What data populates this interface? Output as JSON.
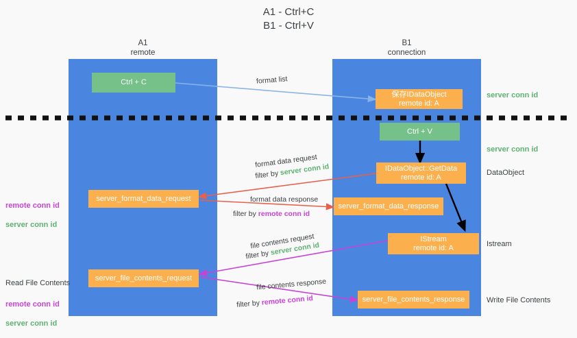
{
  "title": "A1 - Ctrl+C\nB1 - Ctrl+V",
  "colors": {
    "background": "#f9f9f9",
    "column_blue": "#4a86e0",
    "box_green": "#76c18a",
    "box_orange": "#fbb04d",
    "text_dark": "#3c4043",
    "accent_green": "#5db271",
    "accent_purple": "#c743d6",
    "arrow_lightblue": "#8ab4e8",
    "arrow_red": "#e8604c",
    "arrow_magenta": "#c743d6",
    "arrow_black": "#000000",
    "divider_black": "#111111"
  },
  "columns": [
    {
      "id": "a1",
      "name": "A1",
      "sub": "remote",
      "header": "A1\nremote"
    },
    {
      "id": "b1",
      "name": "B1",
      "sub": "connection",
      "header": "B1\nconnection"
    }
  ],
  "boxes": [
    {
      "id": "ctrl-c",
      "label": "Ctrl + C",
      "kind": "green",
      "column": "a1"
    },
    {
      "id": "idataobject-saved",
      "label": "保存IDataObject\nremote id: A",
      "kind": "orange",
      "column": "b1"
    },
    {
      "id": "ctrl-v",
      "label": "Ctrl + V",
      "kind": "green",
      "column": "b1"
    },
    {
      "id": "idataobject-getdata",
      "label": "IDataObject::GetData\nremote id: A",
      "kind": "orange",
      "column": "b1"
    },
    {
      "id": "server-format-data-request",
      "label": "server_format_data_request",
      "kind": "orange",
      "column": "a1"
    },
    {
      "id": "server-format-data-response",
      "label": "server_format_data_response",
      "kind": "orange",
      "column": "b1"
    },
    {
      "id": "istream",
      "label": "IStream\nremote id: A",
      "kind": "orange",
      "column": "b1"
    },
    {
      "id": "server-file-contents-request",
      "label": "server_file_contents_request",
      "kind": "orange",
      "column": "a1"
    },
    {
      "id": "server-file-contents-response",
      "label": "server_file_contents_response",
      "kind": "orange",
      "column": "b1"
    }
  ],
  "right_labels": [
    {
      "id": "server-conn-id-top",
      "text": "server conn id",
      "style": "green"
    },
    {
      "id": "server-conn-id-second",
      "text": "server conn id",
      "style": "green"
    },
    {
      "id": "dataobject",
      "text": "DataObject",
      "style": "dark"
    },
    {
      "id": "istream-label",
      "text": "Istream",
      "style": "dark"
    },
    {
      "id": "write-file-contents",
      "text": "Write File Contents",
      "style": "dark"
    }
  ],
  "left_labels": [
    {
      "id": "conn-ids-format",
      "remote": "remote conn id",
      "server": "server conn id"
    },
    {
      "id": "read-file-contents",
      "heading": "Read File Contents",
      "remote": "remote conn id",
      "server": "server conn id"
    }
  ],
  "arrow_labels": {
    "format_list": "format list",
    "format_data_request": "format data request",
    "format_data_request_filter_prefix": "filter by ",
    "format_data_request_filter_value": "server conn id",
    "format_data_response": "format data response",
    "format_data_response_filter_prefix": "filter by ",
    "format_data_response_filter_value": "remote conn id",
    "file_contents_request": "file contents request",
    "file_contents_request_filter_prefix": "filter by ",
    "file_contents_request_filter_value": "server conn id",
    "file_contents_response": "file contents response",
    "file_contents_response_filter_prefix": "filter by ",
    "file_contents_response_filter_value": "remote conn id"
  }
}
